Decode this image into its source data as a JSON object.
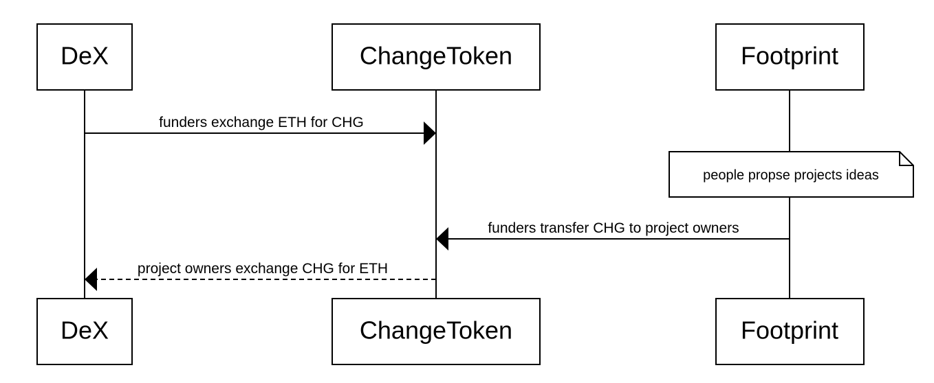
{
  "participants": {
    "dex": "DeX",
    "changetoken": "ChangeToken",
    "footprint": "Footprint"
  },
  "messages": {
    "m1": "funders exchange ETH for CHG",
    "m2": "funders transfer CHG to project owners",
    "m3": "project owners exchange CHG for ETH"
  },
  "note": "people propse projects ideas"
}
